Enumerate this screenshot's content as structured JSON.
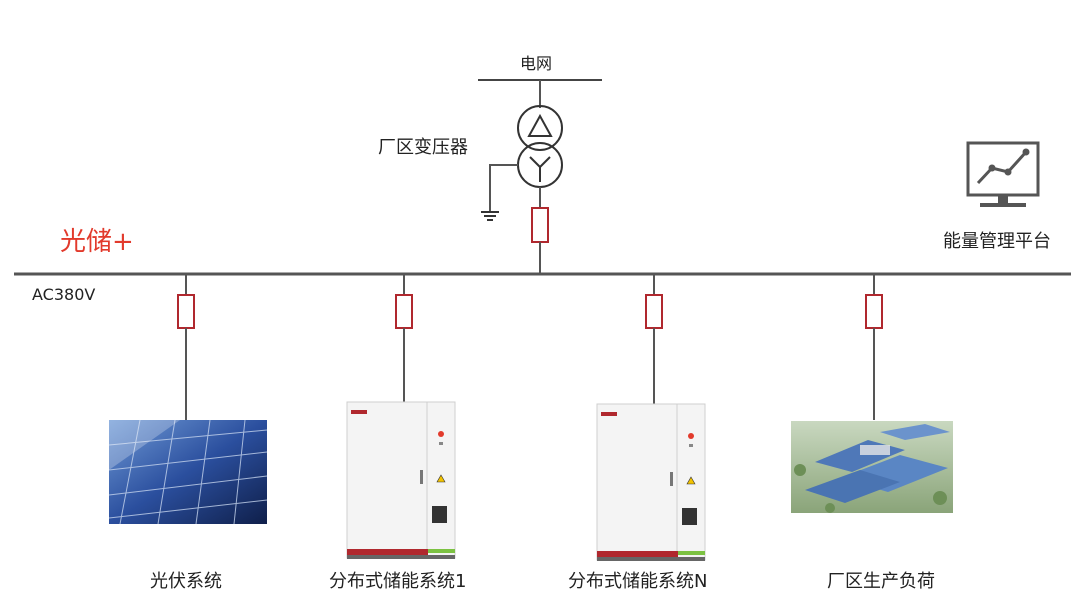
{
  "title": "光储+",
  "grid_label": "电网",
  "transformer_label": "厂区变压器",
  "bus_label": "AC380V",
  "ems_label": "能量管理平台",
  "loads": [
    {
      "label": "光伏系统"
    },
    {
      "label": "分布式储能系统1"
    },
    {
      "label": "分布式储能系统N"
    },
    {
      "label": "厂区生产负荷"
    }
  ],
  "colors": {
    "accent": "#e23a2c",
    "breaker": "#b0282e",
    "line": "#555555",
    "solar": "#2b4f9e",
    "cabinet": "#f2f2f2"
  },
  "icons": [
    "transformer-icon",
    "ground-icon",
    "breaker-icon",
    "monitor-chart-icon",
    "solar-panel-icon",
    "storage-cabinet-icon",
    "factory-icon"
  ]
}
